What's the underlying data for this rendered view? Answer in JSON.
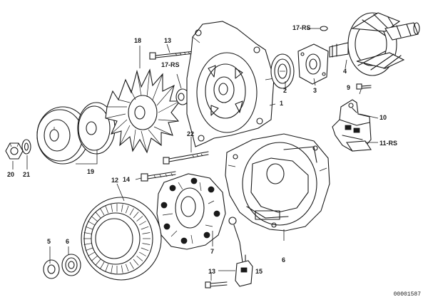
{
  "diagram": {
    "document_id": "00001587",
    "callouts": [
      {
        "key": "c1",
        "text": "1"
      },
      {
        "key": "c2",
        "text": "2"
      },
      {
        "key": "c3",
        "text": "3"
      },
      {
        "key": "c4",
        "text": "4"
      },
      {
        "key": "c5",
        "text": "5"
      },
      {
        "key": "c6a",
        "text": "6"
      },
      {
        "key": "c6b",
        "text": "6"
      },
      {
        "key": "c7",
        "text": "7"
      },
      {
        "key": "c9",
        "text": "9"
      },
      {
        "key": "c10",
        "text": "10"
      },
      {
        "key": "c11",
        "text": "11-RS"
      },
      {
        "key": "c12",
        "text": "12"
      },
      {
        "key": "c13",
        "text": "13"
      },
      {
        "key": "c13b",
        "text": "13"
      },
      {
        "key": "c14",
        "text": "14"
      },
      {
        "key": "c15",
        "text": "15"
      },
      {
        "key": "c17a",
        "text": "17-RS"
      },
      {
        "key": "c17b",
        "text": "17-RS"
      },
      {
        "key": "c18",
        "text": "18"
      },
      {
        "key": "c19",
        "text": "19"
      },
      {
        "key": "c20",
        "text": "20"
      },
      {
        "key": "c21",
        "text": "21"
      },
      {
        "key": "c22",
        "text": "22"
      }
    ]
  }
}
